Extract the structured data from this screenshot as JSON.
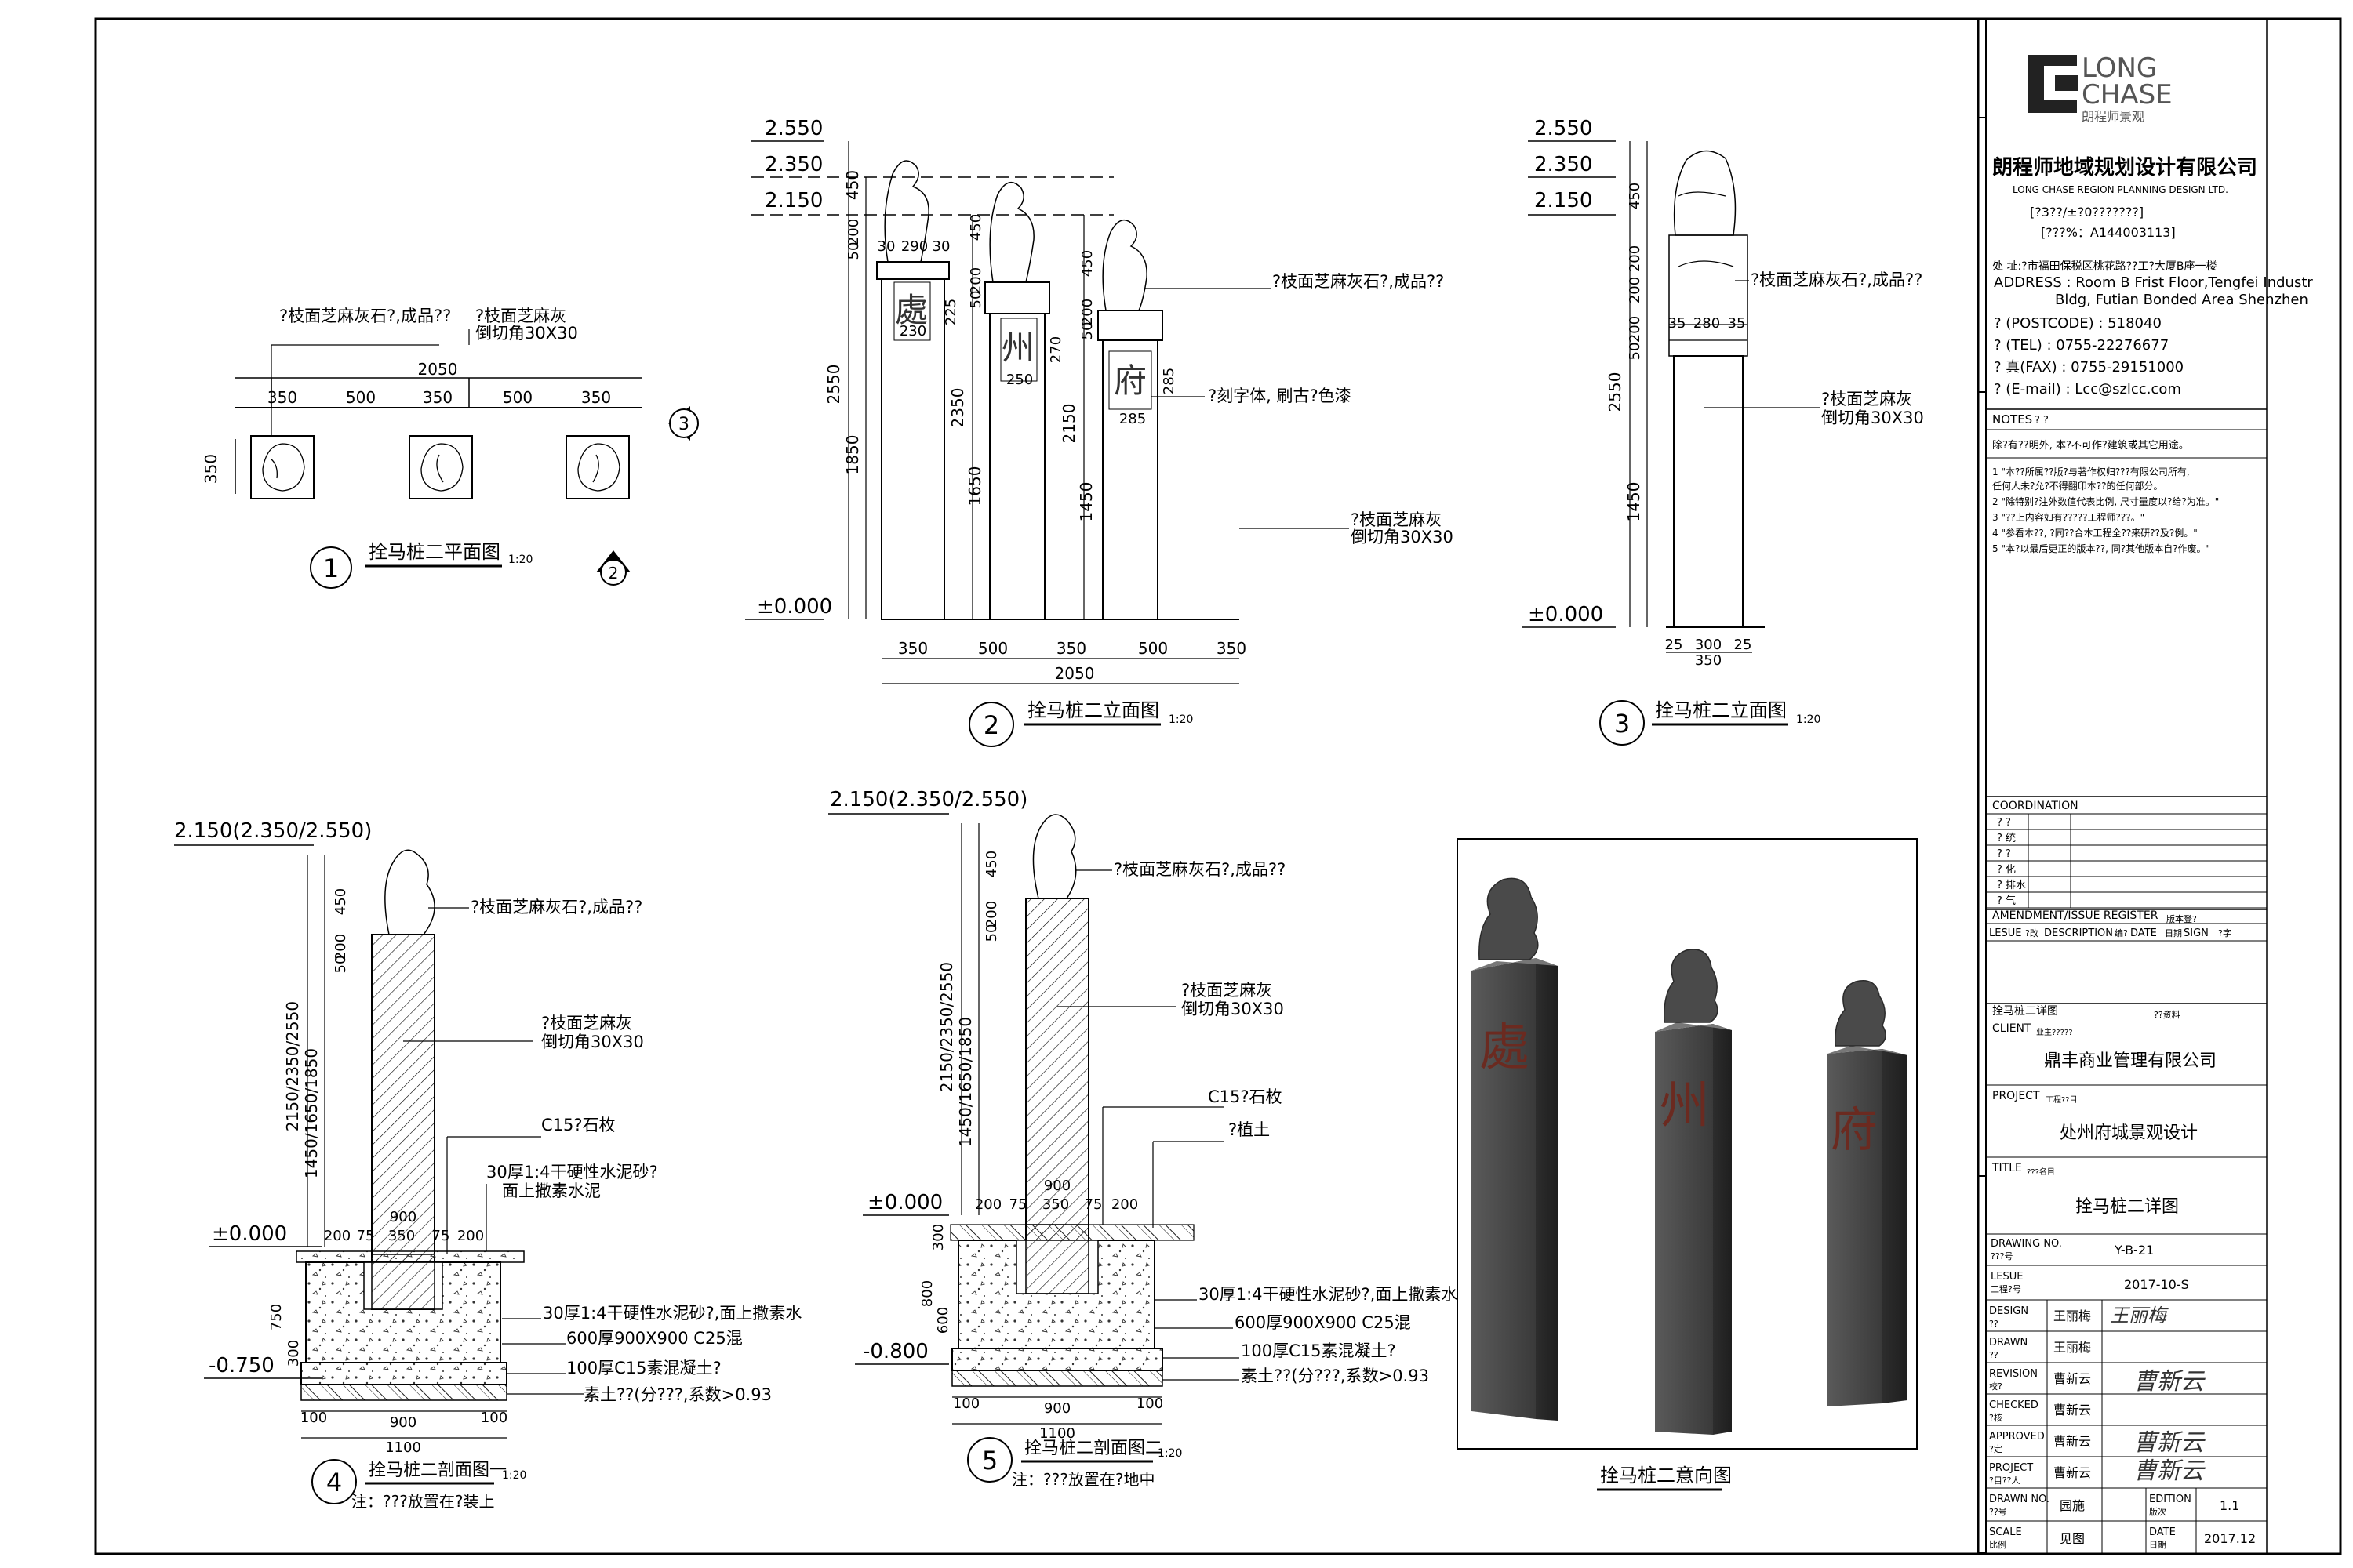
{
  "company": {
    "logo_line1": "LONG",
    "logo_line2": "CHASE",
    "logo_cn": "朗程师景观",
    "name_cn": "朗程师地域规划设计有限公司",
    "name_en": "LONG CHASE REGION PLANNING DESIGN LTD.",
    "cert1": "[?3??/±?0???????]",
    "cert2": "[???%：A144003113]",
    "addr_cn": "处  址:?市福田保税区桃花路??工?大厦B座一楼",
    "address1": "ADDRESS : Room B Frist Floor,Tengfei Industr",
    "address2": "Bldg, Futian Bonded Area Shenzhen",
    "postcode": "?  (POSTCODE) : 518040",
    "tel": "?  (TEL) : 0755-22276677",
    "fax": "?  真(FAX) : 0755-29151000",
    "email": "?  (E-mail) : Lcc@szlcc.com"
  },
  "notes": {
    "title": "NOTES",
    "sub": "?  ?",
    "line0": "除?有??明外, 本?不可作?建筑或其它用途。",
    "items": [
      "1 \"本??所属??版?与著作权归???有限公司所有,",
      "  任何人未?允?不得翻印本??的任何部分。",
      "2 \"除特别?注外数值代表比例, 尺寸量度以?给?为准。\"",
      "3 \"??上内容如有?????工程师???。\"",
      "4 \"参看本??, ?同??合本工程全??来研??及?例。\"",
      "5 \"本?以最后更正的版本??, 同?其他版本自?作废。\""
    ]
  },
  "coordination": {
    "title": "COORDINATION",
    "rows": [
      "?  ?",
      "?  统",
      "?  ?",
      "?  化",
      "?  排水",
      "?  气"
    ]
  },
  "amendment": {
    "title": "AMENDMENT/ISSUE  REGISTER",
    "sub": "版本登?",
    "cols": [
      "LESUE",
      "?改",
      "DESCRIPTION",
      "编?",
      "DATE",
      "日期",
      "SIGN",
      "?字"
    ]
  },
  "drawing_info": {
    "title": "拴马桩二详图",
    "sub": "??资料",
    "client_label": "CLIENT",
    "client_cn": "业主?????",
    "client": "鼎丰商业管理有限公司",
    "project_label": "PROJECT",
    "project_cn": "工程??目",
    "project": "处州府城景观设计",
    "title_label": "TITLE",
    "title_cn": "???名目",
    "drawing_no_label": "DRAWING  NO.",
    "drawing_no_cn": "???号",
    "drawing_no": "Y-B-21",
    "issue_label": "LESUE",
    "issue_cn": "工程?号",
    "issue": "2017-10-S"
  },
  "signoff": [
    {
      "label": "DESIGN",
      "cn": "??",
      "name": "王丽梅",
      "sig": "王丽梅"
    },
    {
      "label": "DRAWN",
      "cn": "??",
      "name": "王丽梅",
      "sig": ""
    },
    {
      "label": "REVISION",
      "cn": "校?",
      "name": "曹新云",
      "sig": "曹新云"
    },
    {
      "label": "CHECKED",
      "cn": "?核",
      "name": "曹新云",
      "sig": ""
    },
    {
      "label": "APPROVED",
      "cn": "?定",
      "name": "曹新云",
      "sig": "曹新云"
    },
    {
      "label": "PROJECT",
      "cn": "?目??人",
      "name": "曹新云",
      "sig": "曹新云"
    }
  ],
  "footer": {
    "drawn_no_label": "DRAWN NO.",
    "drawn_no_cn": "??号",
    "drawn_no": "园施",
    "edition_label": "EDITION",
    "edition_cn": "版次",
    "edition": "1.1",
    "scale_label": "SCALE",
    "scale_cn": "比例",
    "scale": "见图",
    "date_label": "DATE",
    "date_cn": "日期",
    "date": "2017.12"
  },
  "views": {
    "v1": {
      "num": "1",
      "title": "拴马桩二平面图",
      "scale": "1:20"
    },
    "v2": {
      "num": "2",
      "title": "拴马桩二立面图",
      "scale": "1:20"
    },
    "v3": {
      "num": "3",
      "title": "拴马桩二立面图",
      "scale": "1:20"
    },
    "v4": {
      "num": "4",
      "title": "拴马桩二剖面图一",
      "scale": "1:20",
      "note": "注：???放置在?装上"
    },
    "v5": {
      "num": "5",
      "title": "拴马桩二剖面图二",
      "scale": "1:20",
      "note": "注：???放置在?地中"
    },
    "v6": {
      "title": "拴马桩二意向图"
    }
  },
  "labels": {
    "stone_lion": "?枝面芝麻灰石?,成品??",
    "post_material": "?枝面芝麻灰",
    "chamfer": "倒切角30X30",
    "carved": "?刻字体, 刷古?色漆",
    "c15": "C15?石枚",
    "mortar1": "30厚1:4干硬性水泥砂?",
    "mortar2": "面上撒素水泥",
    "mortar_full": "30厚1:4干硬性水泥砂?,面上撒素水",
    "c25": "600厚900X900 C25混",
    "c15b": "100厚C15素混凝土?",
    "soil": "素土??(分???,系数>0.93",
    "fill": "?植土"
  },
  "chars": [
    "處",
    "州",
    "府"
  ],
  "dims": {
    "e2550": "2.550",
    "e2350": "2.350",
    "e2150": "2.150",
    "e0": "±0.000",
    "e_sec": "2.150(2.350/2.550)",
    "e_m0750": "-0.750",
    "e_m0800": "-0.800",
    "d350": "350",
    "d500": "500",
    "d2050": "2050",
    "d450": "450",
    "d50": "50",
    "d200": "200",
    "d1850": "1850",
    "d2550": "2550",
    "d2350": "2350",
    "d1650": "1650",
    "d2150": "2150",
    "d1450": "1450",
    "d30": "30",
    "d290": "290",
    "d230": "230",
    "d225": "225",
    "d250": "250",
    "d270": "270",
    "d285": "285",
    "d35": "35",
    "d280": "280",
    "d25": "25",
    "d300": "300",
    "d2150s": "2150/2350/2550",
    "d1450s": "1450/1650/1850",
    "d900": "900",
    "d75": "75",
    "d1100": "1100",
    "d100": "100",
    "d750": "750",
    "d800": "800",
    "d600": "600"
  }
}
